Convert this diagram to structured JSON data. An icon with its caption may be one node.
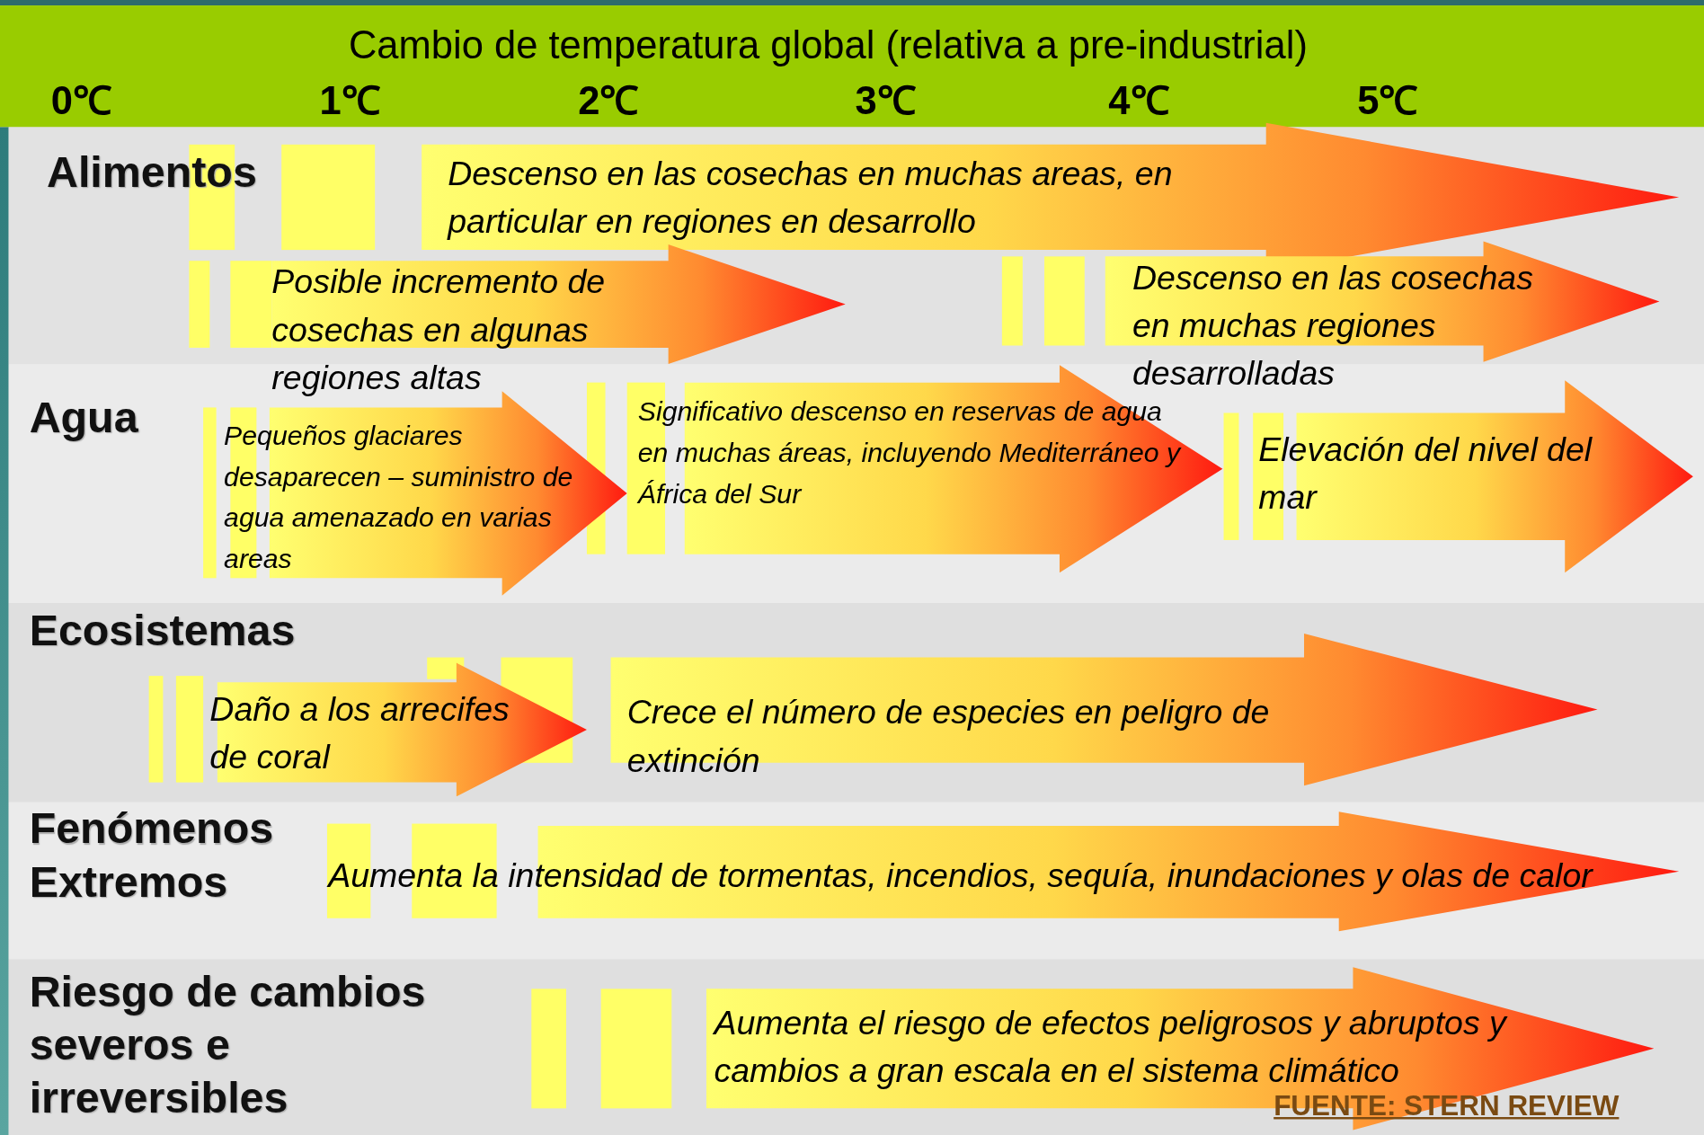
{
  "diagram": {
    "title": "Cambio de temperatura global (relativa a pre-industrial)",
    "nodes": [
      {
        "text": [
          "Alimentos"
        ]
      },
      {
        "text": [
          "Descenso en las cosechas en muchas areas, en particular en regiones en desarrollo"
        ],
        "in": 0
      },
      {
        "text": [
          "Posible incremento de cosechas en algunas regiones altas"
        ],
        "in": 0
      },
      {
        "text": [
          "Descenso en las cosechas en muchas regiones desarrolladas"
        ],
        "in": 0
      },
      {
        "text": [
          "Agua"
        ]
      },
      {
        "text": [
          "Pequeños glaciares desaparecen – suministro de agua amenazado en varias areas"
        ],
        "in": 4
      },
      {
        "text": [
          "Significativo descenso en reservas de agua en muchas áreas, incluyendo Mediterráneo y África del Sur"
        ],
        "in": 4
      },
      {
        "text": [
          "Elevación del nivel del mar"
        ],
        "in": 4
      },
      {
        "text": [
          "Ecosistemas"
        ]
      },
      {
        "text": [
          "Daño a los arrecifes de coral"
        ],
        "in": 8
      },
      {
        "text": [
          "Crece el número de especies en peligro de extinción"
        ],
        "in": 8
      },
      {
        "text": [
          "Fenómenos Extremos"
        ]
      },
      {
        "text": [
          "Aumenta la intensidad de tormentas, incendios, sequía, inundaciones y olas de calor"
        ],
        "in": 11
      },
      {
        "text": [
          "Riesgo de cambios severos e irreversibles"
        ]
      },
      {
        "text": [
          "Aumenta el riesgo de efectos peligrosos y abruptos y cambios a gran escala en el sistema climático"
        ],
        "in": 13
      }
    ],
    "labels": [
      "0℃",
      "1℃",
      "2℃",
      "3℃",
      "4℃",
      "5℃",
      "FUENTE: STERN REVIEW"
    ]
  }
}
